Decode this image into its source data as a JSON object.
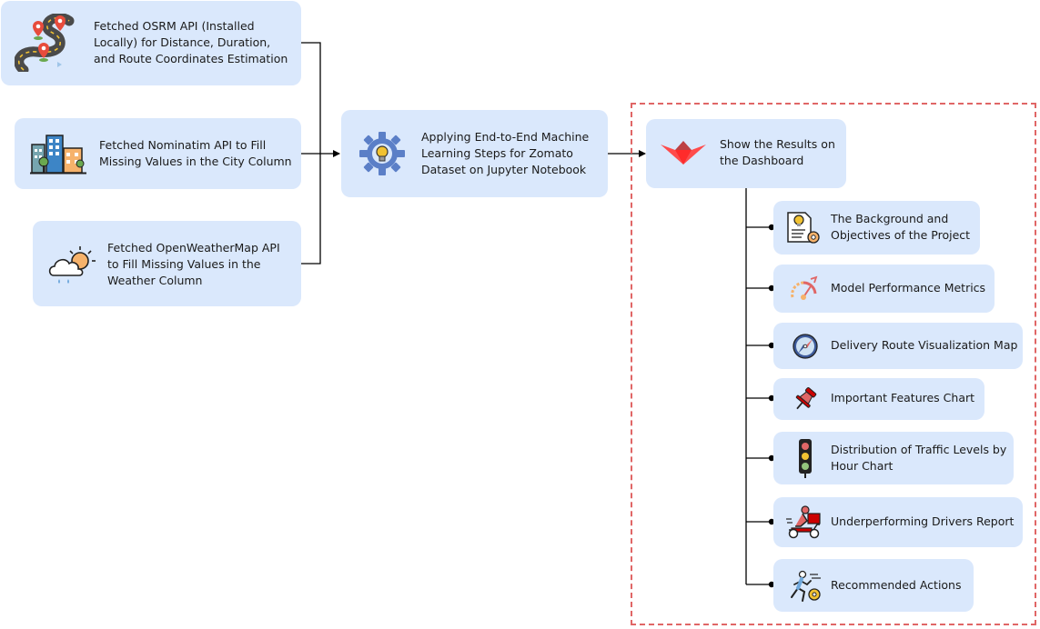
{
  "sources": [
    {
      "id": "osrm",
      "label": "Fetched OSRM API (Installed\nLocally) for Distance, Duration,\nand Route Coordinates Estimation",
      "icon": "winding-road-map-pins-icon"
    },
    {
      "id": "nominatim",
      "label": "Fetched Nominatim API to Fill\nMissing Values in the City Column",
      "icon": "city-buildings-icon"
    },
    {
      "id": "openweather",
      "label": "Fetched OpenWeatherMap API\nto Fill Missing Values in the\nWeather Column",
      "icon": "sun-cloud-rain-icon"
    }
  ],
  "process": {
    "label": "Applying End-to-End Machine\nLearning Steps for Zomato\nDataset on Jupyter Notebook",
    "icon": "gear-lightbulb-icon"
  },
  "dashboard": {
    "label": "Show the Results on\nthe Dashboard",
    "icon": "streamlit-crown-icon"
  },
  "outputs": [
    {
      "label": "The Background and\nObjectives of the Project",
      "icon": "document-lightbulb-gear-icon"
    },
    {
      "label": "Model Performance Metrics",
      "icon": "performance-gauge-icon"
    },
    {
      "label": "Delivery Route Visualization Map",
      "icon": "compass-icon"
    },
    {
      "label": "Important Features Chart",
      "icon": "pushpin-icon"
    },
    {
      "label": "Distribution of Traffic Levels by\nHour Chart",
      "icon": "traffic-light-icon"
    },
    {
      "label": "Underperforming Drivers Report",
      "icon": "delivery-scooter-icon"
    },
    {
      "label": "Recommended Actions",
      "icon": "running-person-gear-icon"
    }
  ],
  "colors": {
    "box_fill": "#dae8fc",
    "dashed_frame": "#e06666",
    "connector": "#000000"
  }
}
